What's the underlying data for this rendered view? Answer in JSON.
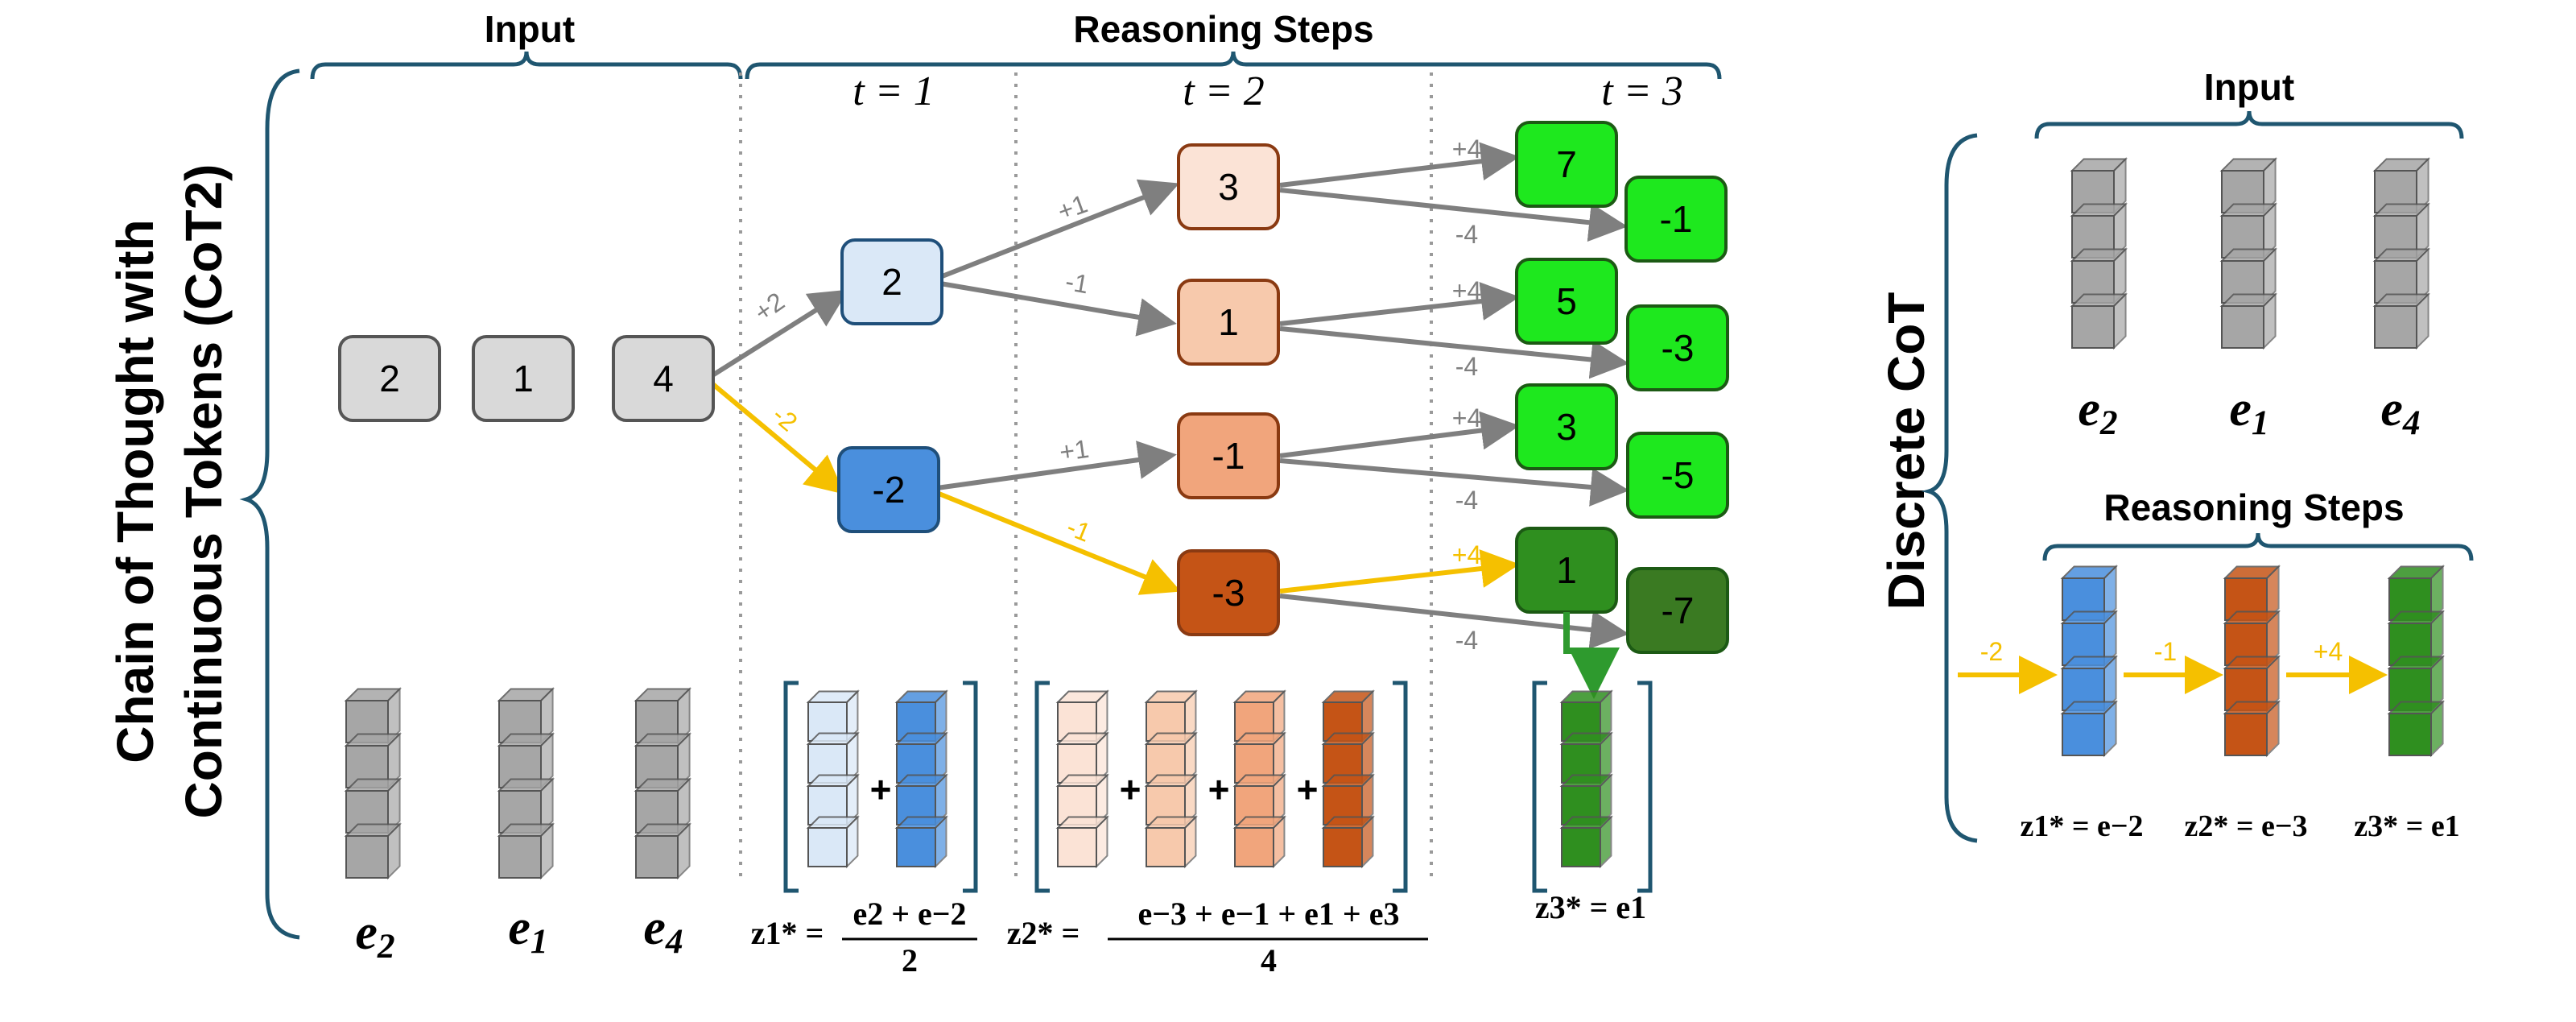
{
  "left_panel": {
    "title_line1": "Chain of Thought with",
    "title_line2": "Continuous Tokens (CoT2)",
    "input_header": "Input",
    "reasoning_header": "Reasoning Steps",
    "steps": [
      "t = 1",
      "t = 2",
      "t = 3"
    ],
    "input_tokens": [
      "2",
      "1",
      "4"
    ],
    "input_embeddings": [
      "e2",
      "e1",
      "e4"
    ],
    "t1_nodes": [
      "2",
      "-2"
    ],
    "t2_nodes": [
      "3",
      "1",
      "-1",
      "-3"
    ],
    "t3_nodes": [
      "7",
      "-1",
      "5",
      "-3",
      "3",
      "-5",
      "1",
      "-7"
    ],
    "edge_labels_t1": [
      "+2",
      "-2"
    ],
    "edge_labels_t2": [
      "+1",
      "-1",
      "+1",
      "-1"
    ],
    "edge_labels_t3": [
      "+4",
      "-4",
      "+4",
      "-4",
      "+4",
      "-4",
      "+4",
      "-4"
    ],
    "plus": "+",
    "z1": {
      "lhs": "z1* =",
      "numerator": "e2 + e−2",
      "denominator": "2"
    },
    "z2": {
      "lhs": "z2* =",
      "numerator": "e−3 + e−1 + e1 + e3",
      "denominator": "4"
    },
    "z3": {
      "text": "z3* = e1"
    }
  },
  "right_panel": {
    "title": "Discrete CoT",
    "input_header": "Input",
    "reasoning_header": "Reasoning Steps",
    "input_embeddings": [
      "e2",
      "e1",
      "e4"
    ],
    "arrow_labels": [
      "-2",
      "-1",
      "+4"
    ],
    "z_labels": [
      "z1* = e−2",
      "z2* = e−3",
      "z3* = e1"
    ]
  },
  "colors": {
    "gray_node": "#d9d9d9",
    "gray_cube": "#a6a6a6",
    "gray_arrow": "#7f7f7f",
    "selected_path": "#f5c000",
    "bracket": "#1f5670",
    "t1_pos": "#dae8f7",
    "t1_neg": "#4a8fdd",
    "t2_shades": [
      "#fbe3d6",
      "#f7c9ac",
      "#f1a57c",
      "#c55416"
    ],
    "t3_bright": "#1ee81e",
    "t3_dark": "#3a7a22",
    "t3_mid": "#2e9a2e"
  }
}
